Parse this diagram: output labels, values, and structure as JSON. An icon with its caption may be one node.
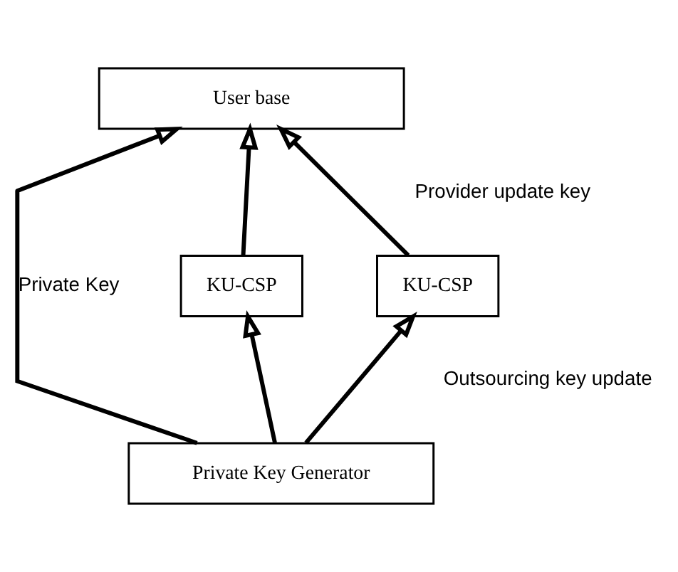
{
  "diagram": {
    "nodes": [
      {
        "text": [
          "User base"
        ]
      },
      {
        "text": [
          "KU-CSP"
        ]
      },
      {
        "text": [
          "KU-CSP"
        ]
      },
      {
        "text": [
          "Private Key Generator"
        ]
      }
    ],
    "edges": [
      {
        "from": 3,
        "to": 1,
        "arrow": "to"
      },
      {
        "from": 3,
        "to": 2,
        "arrow": "to"
      },
      {
        "from": 1,
        "to": 0,
        "arrow": "to"
      },
      {
        "from": 2,
        "to": 0,
        "arrow": "to"
      },
      {
        "from": 3,
        "to": 0,
        "arrow": "to",
        "label": "Private Key"
      }
    ],
    "labels": [
      "Provider update key",
      "Outsourcing key update"
    ]
  }
}
